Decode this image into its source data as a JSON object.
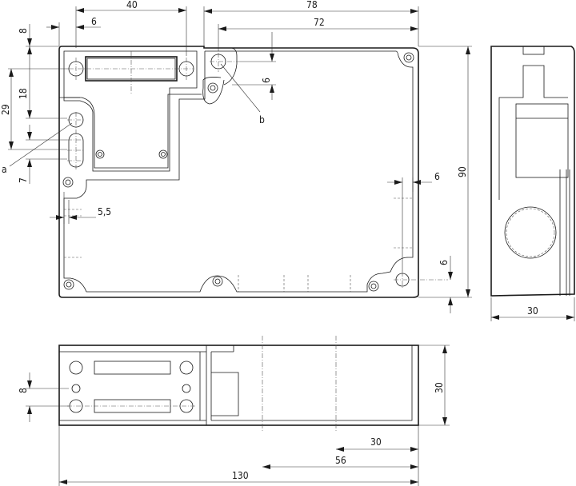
{
  "dimensions": {
    "d40": "40",
    "d78": "78",
    "d6_top": "6",
    "d72": "72",
    "d8_left": "8",
    "d18": "18",
    "d29": "29",
    "d7": "7",
    "d6_b": "6",
    "d5_5": "5,5",
    "d6_right": "6",
    "d90": "90",
    "d6_bottom_right": "6",
    "d30_side": "30",
    "d8_bottom": "8",
    "d30_bottom_height": "30",
    "d30_bottom": "30",
    "d56": "56",
    "d130": "130"
  },
  "callouts": {
    "a": "a",
    "b": "b"
  }
}
